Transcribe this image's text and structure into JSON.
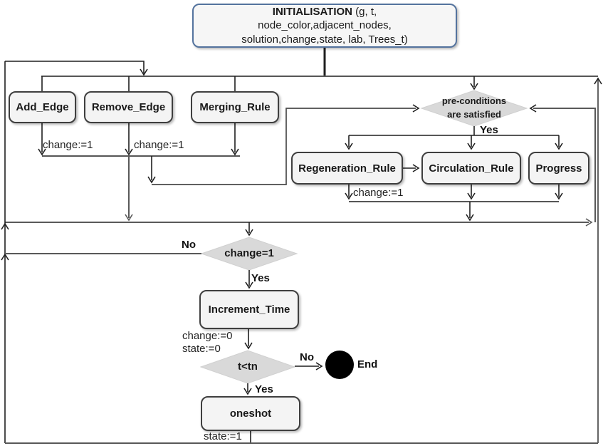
{
  "diagram_type": "flowchart",
  "nodes": {
    "initialisation": {
      "title": "INITIALISATION",
      "args_line1": " (g, t,",
      "args_line2": "node_color,adjacent_nodes,",
      "args_line3": "solution,change,state, lab, Trees_t)"
    },
    "add_edge": "Add_Edge",
    "remove_edge": "Remove_Edge",
    "merging_rule": "Merging_Rule",
    "regeneration_rule": "Regeneration_Rule",
    "circulation_rule": "Circulation_Rule",
    "progress": "Progress",
    "increment_time": "Increment_Time",
    "oneshot": "oneshot",
    "precondition_line1": "pre-conditions",
    "precondition_line2": "are satisfied",
    "change_decision": "change=1",
    "time_decision": "t<tn",
    "end": "End"
  },
  "edge_labels": {
    "add_edge_change": "change:=1",
    "remove_edge_change": "change:=1",
    "regeneration_change": "change:=1",
    "precondition_yes": "Yes",
    "change_no": "No",
    "change_yes": "Yes",
    "increment_change": "change:=0",
    "increment_state": "state:=0",
    "time_no": "No",
    "time_yes": "Yes",
    "oneshot_state": "state:=1"
  },
  "colors": {
    "box_fill": "#f4f4f4",
    "box_border": "#3f3f3f",
    "init_border": "#54739e",
    "diamond_fill": "#d9d9d9",
    "line_dark": "#1f1f1f",
    "line_gray": "#595959",
    "end_fill": "#000000"
  }
}
